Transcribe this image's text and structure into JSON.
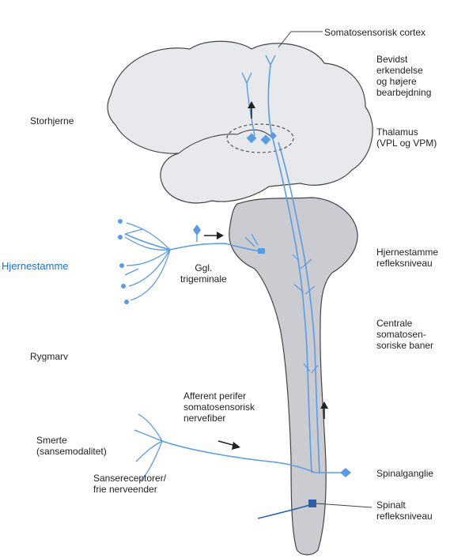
{
  "labels": {
    "somatosensorisk_cortex": "Somatosensorisk cortex",
    "bevidst": "Bevidst\nerkendelse\nog højere\nbearbejdning",
    "thalamus": "Thalamus\n(VPL og VPM)",
    "storhjerne": "Storhjerne",
    "hjernestamme_left": "Hjernestamme",
    "hjernestamme_reflex": "Hjernestamme\nrefleksniveau",
    "ggl_trigeminale": "Ggl.\ntrigeminale",
    "centrale_baner": "Centrale\nsomatosen-\nsoriske baner",
    "rygmarv": "Rygmarv",
    "afferent": "Afferent perifer\nsomatosensorisk\nnervefiber",
    "smerte": "Smerte\n(sansemodalitet)",
    "sansereceptorer": "Sansereceptorer/\nfrie nerveender",
    "spinalganglie": "Spinalganglie",
    "spinalt_reflex": "Spinalt\nrefleksniveau"
  },
  "colors": {
    "brain_fill": "#e8e9ec",
    "stem_fill": "#cbccd2",
    "outline": "#444444",
    "nerve": "#5b9be0",
    "nerve_dark": "#2d5fa6",
    "arrow": "#222222"
  }
}
